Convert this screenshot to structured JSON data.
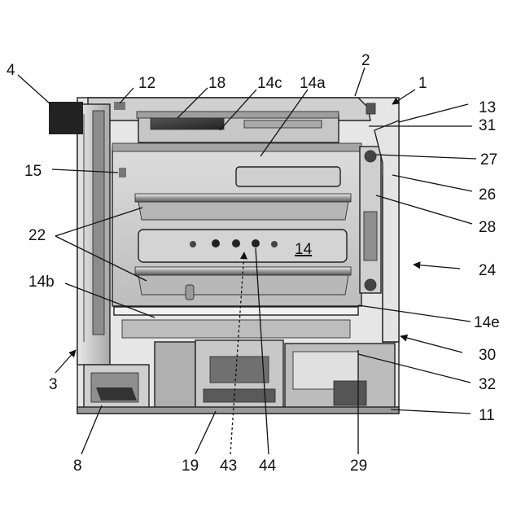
{
  "figure": {
    "labels": {
      "l1": "1",
      "l2": "2",
      "l3": "3",
      "l4": "4",
      "l8": "8",
      "l11": "11",
      "l12": "12",
      "l13": "13",
      "l14": "14",
      "l14a": "14a",
      "l14b": "14b",
      "l14c": "14c",
      "l14e": "14e",
      "l15": "15",
      "l18": "18",
      "l19": "19",
      "l22": "22",
      "l24": "24",
      "l26": "26",
      "l27": "27",
      "l28": "28",
      "l29": "29",
      "l30": "30",
      "l31": "31",
      "l32": "32",
      "l43": "43",
      "l44": "44"
    }
  }
}
